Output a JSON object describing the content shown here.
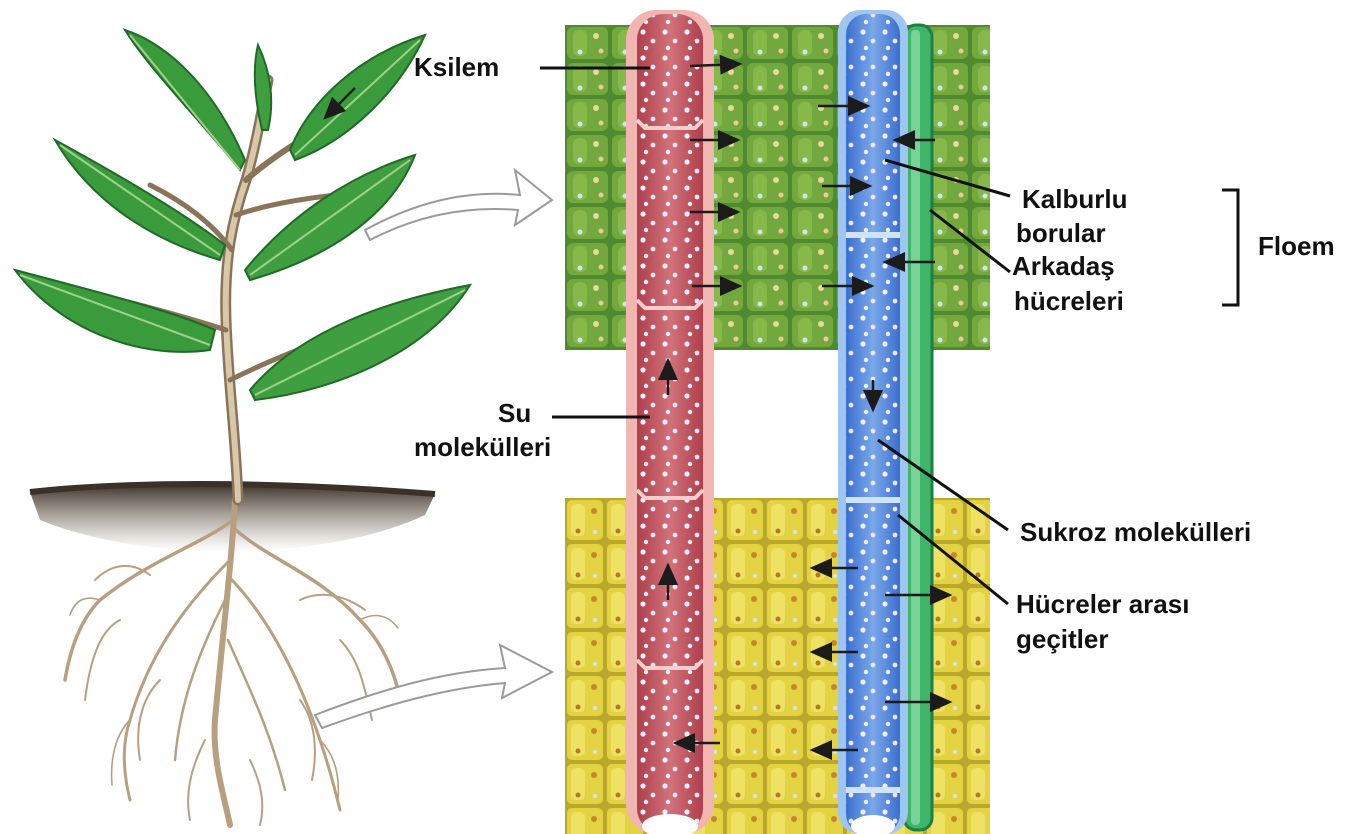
{
  "labels": {
    "xylem": "Ksilem",
    "sieve_tubes_1": "Kalburlu",
    "sieve_tubes_2": "borular",
    "companion_cells_1": "Arkadaş",
    "companion_cells_2": "hücreleri",
    "phloem": "Floem",
    "water_1": "Su",
    "water_2": "molekülleri",
    "sucrose": "Sukroz molekülleri",
    "plasmodesmata_1": "Hücreler arası",
    "plasmodesmata_2": "geçitler"
  },
  "colors": {
    "leaf_green": "#3f9a3a",
    "leaf_tissue_green": "#5f9a35",
    "root_tissue_yellow": "#e2d23e",
    "xylem_red": "#c85d63",
    "phloem_blue": "#4f8fd9",
    "companion_green": "#3fb56a",
    "soil_brown": "#4a3e30",
    "root_tan": "#bfa889"
  }
}
